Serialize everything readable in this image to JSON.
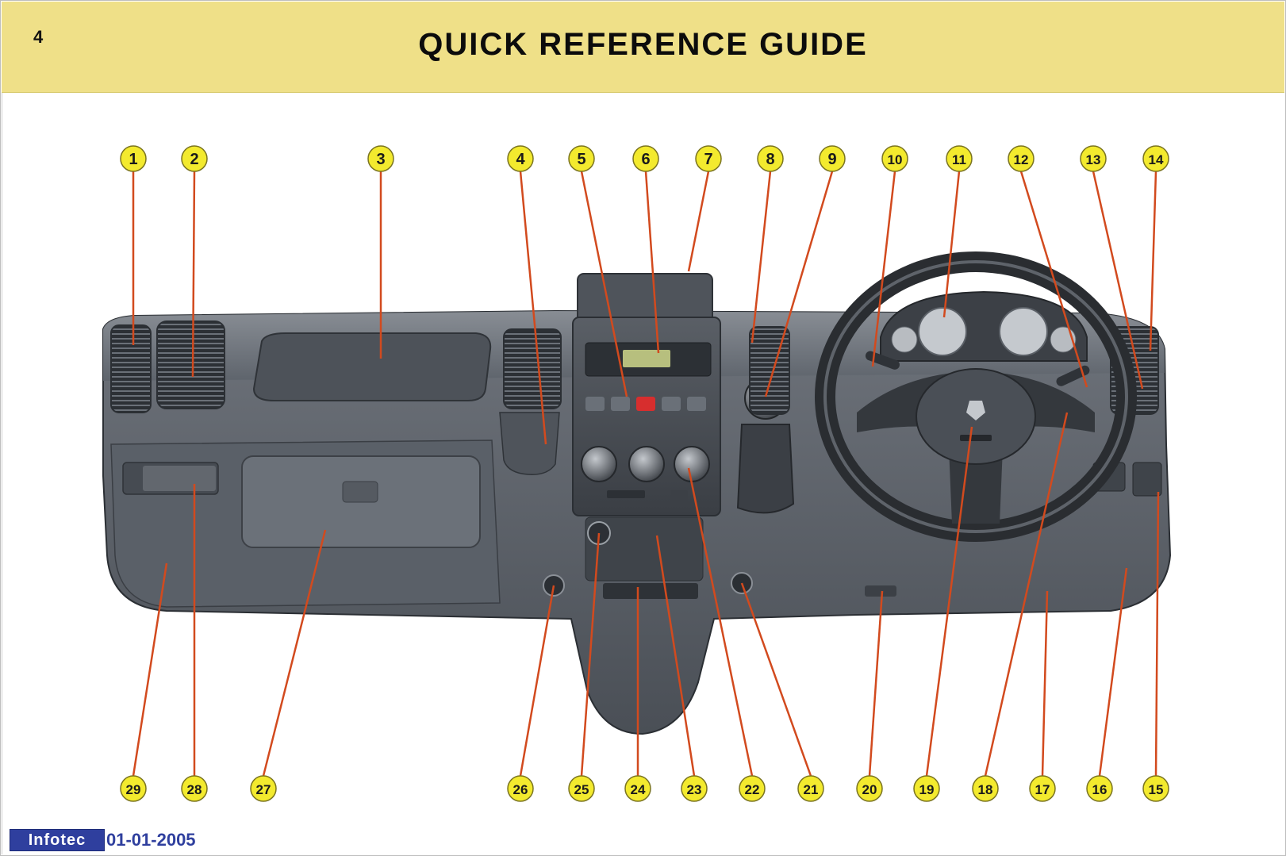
{
  "header": {
    "page_number": "4",
    "title": "QUICK REFERENCE GUIDE",
    "background_color": "#efe088"
  },
  "diagram": {
    "subject": "dashboard-illustration",
    "callout_color": "#f3ea2e",
    "leader_line_color": "#d24a1e",
    "callouts_top": [
      "1",
      "2",
      "3",
      "4",
      "5",
      "6",
      "7",
      "8",
      "9",
      "10",
      "11",
      "12",
      "13",
      "14"
    ],
    "callouts_bottom": [
      "29",
      "28",
      "27",
      "26",
      "25",
      "24",
      "23",
      "22",
      "21",
      "20",
      "19",
      "18",
      "17",
      "16",
      "15"
    ]
  },
  "footer": {
    "logo_text": "Infotec",
    "date": "01-01-2005",
    "brand_color": "#2f3f9e"
  }
}
